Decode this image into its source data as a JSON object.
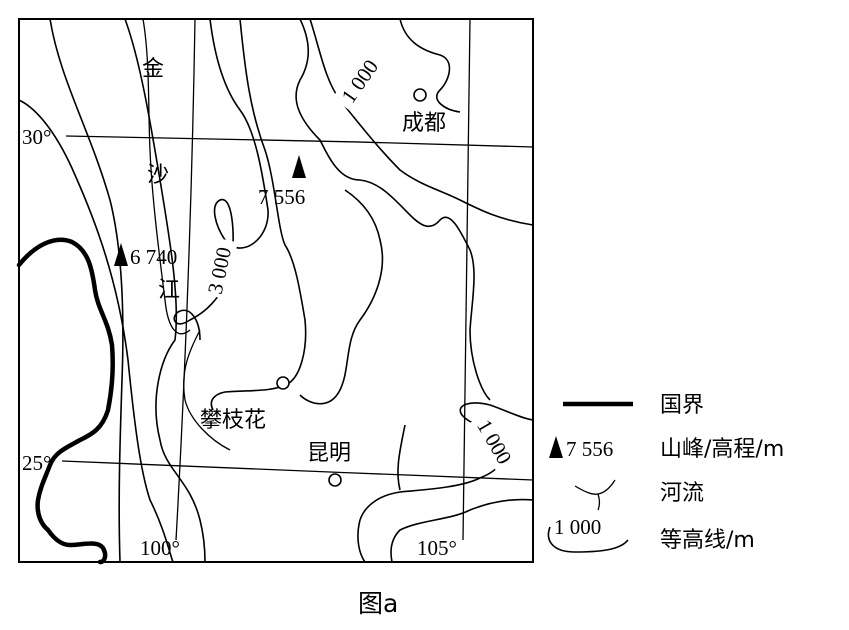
{
  "figure_caption": "图a",
  "gridlines": {
    "lat_30": "30°",
    "lat_25": "25°",
    "lon_100": "100°",
    "lon_105": "105°"
  },
  "places": {
    "chengdu": "成都",
    "panzhihua": "攀枝花",
    "kunming": "昆明"
  },
  "river_name": {
    "jin": "金",
    "sha": "沙",
    "jiang": "江"
  },
  "peaks": {
    "gongga": "7 556",
    "west": "6 740"
  },
  "contour_labels": {
    "c1000_north": "1 000",
    "c1000_southeast": "1 000",
    "c3000": "3 000"
  },
  "legend": {
    "border": "国界",
    "peak_value": "7 556",
    "peak_label": "山峰/高程/m",
    "river_label": "河流",
    "contour_value": "1 000",
    "contour_label": "等高线/m"
  },
  "colors": {
    "ink": "#000000",
    "background": "#ffffff"
  }
}
